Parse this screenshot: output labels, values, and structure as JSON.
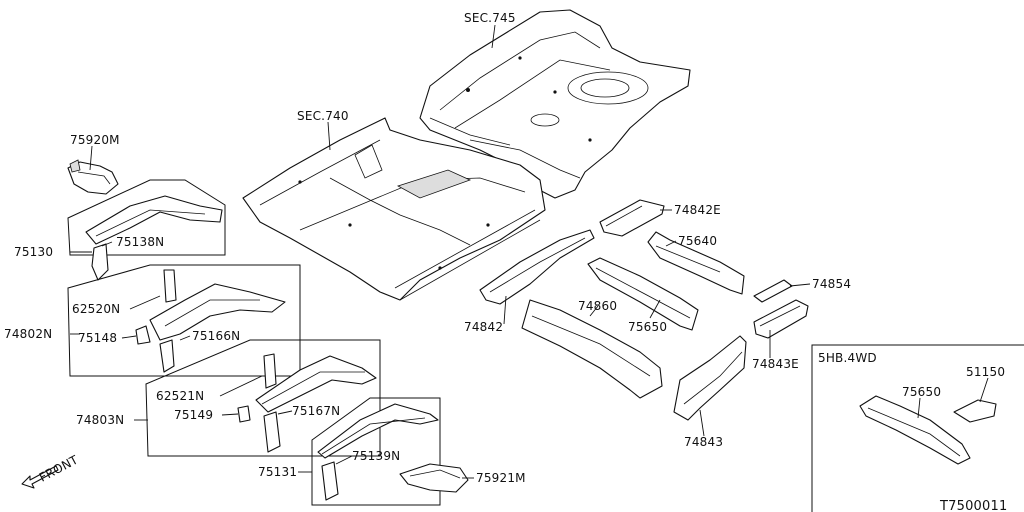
{
  "diagram_code": "T7500011",
  "front_label": "FRONT",
  "variant_label": "5HB.4WD",
  "sections": {
    "sec745": "SEC.745",
    "sec740": "SEC.740"
  },
  "parts": {
    "p75920M": "75920M",
    "p75130": "75130",
    "p75138N": "75138N",
    "p62520N": "62520N",
    "p74802N": "74802N",
    "p75148": "75148",
    "p75166N": "75166N",
    "p62521N": "62521N",
    "p74803N": "74803N",
    "p75149": "75149",
    "p75167N": "75167N",
    "p75131": "75131",
    "p75139N": "75139N",
    "p75921M": "75921M",
    "p74842E": "74842E",
    "p75640": "75640",
    "p74854": "74854",
    "p74842": "74842",
    "p74860": "74860",
    "p75650": "75650",
    "p74843E": "74843E",
    "p74843": "74843",
    "p75650b": "75650",
    "p51150": "51150"
  }
}
